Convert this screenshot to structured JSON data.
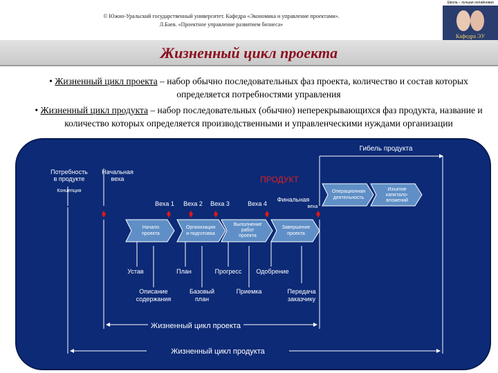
{
  "header": {
    "line1": "© Южно-Уральский государственный университет. Кафедра «Экономика и управление проектами».",
    "line2": "Л.Баев. «Проектное управление развитием бизнеса»"
  },
  "logo": {
    "caption": "Школа – лучшая онлайновая",
    "text": "Кафедра ЭУ"
  },
  "title": "Жизненный цикл проекта",
  "definitions": {
    "bullet1": "•",
    "term1": "Жизненный цикл проекта",
    "text1": " – набор обычно последовательных фаз проекта, количество и состав которых определяется потребностями управления",
    "bullet2": "•",
    "term2": "Жизненный цикл продукта",
    "text2": " – набор последовательных (обычно) неперекрывающихся фаз продукта, название и количество которых определяется производственными и управленческими нуждами организации"
  },
  "diagram": {
    "product_death": "Гибель продукта",
    "need": [
      "Потребность",
      "в продукте"
    ],
    "start_milestone": [
      "Начальная",
      "веха"
    ],
    "concept": "Концепция",
    "product": "ПРОДУКТ",
    "milestones": [
      "Веха 1",
      "Веха 2",
      "Веха 3",
      "Веха 4"
    ],
    "final_milestone": [
      "Финальная",
      "веха"
    ],
    "phases": [
      [
        "Начало",
        "проекта"
      ],
      [
        "Организация",
        "и подготовка"
      ],
      [
        "Выполнение",
        "работ",
        "проекта"
      ],
      [
        "Завершение",
        "проекта"
      ]
    ],
    "operations": [
      [
        "Операционная",
        "деятельность"
      ],
      [
        "Изъятие",
        "капитало-",
        "вложений"
      ]
    ],
    "results": [
      "Устав",
      "План",
      "Прогресс",
      "Одобрение"
    ],
    "documents": [
      [
        "Описание",
        "содержания"
      ],
      [
        "Базовый",
        "план"
      ],
      [
        "Приемка"
      ],
      [
        "Передача",
        "заказчику"
      ]
    ],
    "project_lifecycle": "Жизненный цикл проекта",
    "product_lifecycle": "Жизненный цикл продукта",
    "colors": {
      "panel": "#0c2a76",
      "arrow": "#5f8fc6",
      "marker": "#e01818",
      "text": "#ffffff",
      "product": "#e02020"
    }
  }
}
